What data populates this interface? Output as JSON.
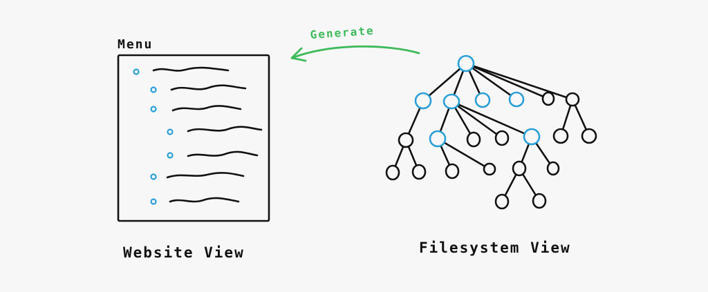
{
  "labels": {
    "menu": "Menu",
    "website_view": "Website View",
    "filesystem_view": "Filesystem View",
    "generate": "Generate"
  },
  "colors": {
    "background": "#f7f7f7",
    "ink": "#111111",
    "accent_blue": "#2a9fd6",
    "accent_green": "#3dba5b"
  },
  "icons": {
    "menu_item": "dot-and-scribble",
    "tree_node": "circle"
  }
}
